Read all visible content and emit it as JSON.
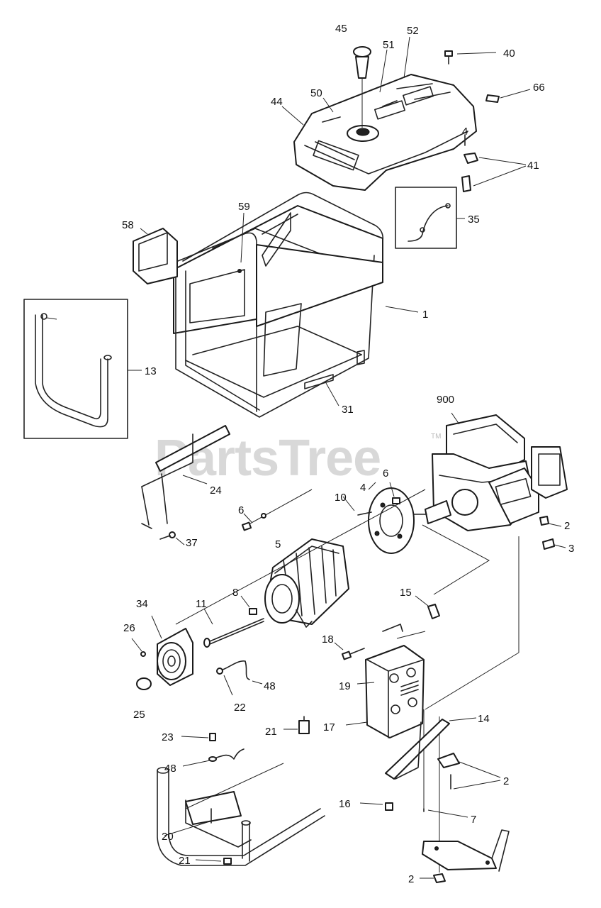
{
  "watermark": {
    "text": "PartsTree",
    "tm": "TM"
  },
  "callouts": {
    "c45": "45",
    "c51": "51",
    "c52": "52",
    "c40": "40",
    "c66": "66",
    "c44": "44",
    "c50": "50",
    "c4a": "4",
    "c41": "41",
    "c35": "35",
    "c59": "59",
    "c58": "58",
    "c1": "1",
    "c13": "13",
    "c31": "31",
    "c900": "900",
    "c24": "24",
    "c6a": "6",
    "c4b": "4",
    "c10": "10",
    "c6b": "6",
    "c2a": "2",
    "c3": "3",
    "c37": "37",
    "c5": "5",
    "c8": "8",
    "c11": "11",
    "c34": "34",
    "c26": "26",
    "c15": "15",
    "c18": "18",
    "c19": "19",
    "c48a": "48",
    "c22": "22",
    "c25": "25",
    "c21a": "21",
    "c17": "17",
    "c14": "14",
    "c23": "23",
    "c48b": "48",
    "c2b": "2",
    "c16": "16",
    "c7": "7",
    "c20": "20",
    "c21b": "21",
    "c2c": "2"
  }
}
